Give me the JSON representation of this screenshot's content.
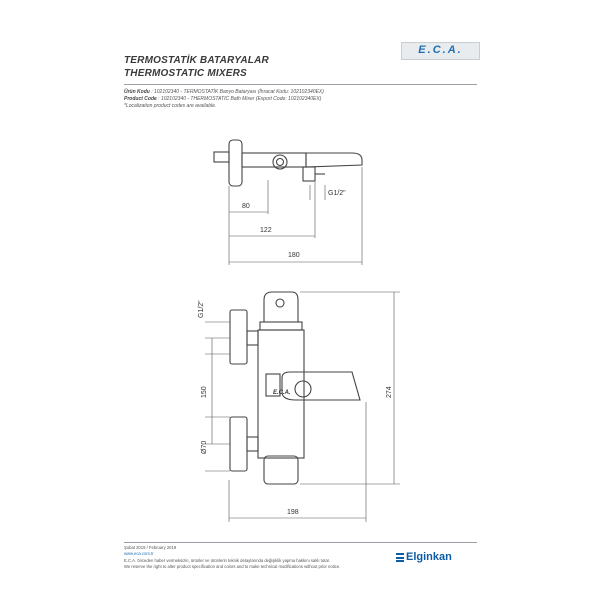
{
  "header": {
    "title_tr": "TERMOSTATİK BATARYALAR",
    "title_en": "THERMOSTATIC MIXERS",
    "logo_text": "E.C.A."
  },
  "product": {
    "code_label_tr": "Ürün Kodu",
    "code_value_tr": ": 102102340 - TERMOSTATİK Banyo Bataryası (İhracat Kodu: 102102340EX)",
    "code_label_en": "Product Code",
    "code_value_en": ": 102102340 - THERMOSTATIC Bath Mixer (Export Code: 102102340EX)",
    "note": "*Localization product codes are available."
  },
  "dimensions": {
    "top_view": {
      "d80": "80",
      "d122": "122",
      "d180": "180",
      "thread": "G1/2\""
    },
    "front_view": {
      "thread": "G1/2\"",
      "d150": "150",
      "d70": "Ø70",
      "d274": "274",
      "d198": "198"
    },
    "body_logo": "E.C.A."
  },
  "footer": {
    "date": "Şubat 2019 / February 2019",
    "website": "www.eca.com.tr",
    "note_tr": "E.C.A. önceden haber vermeksizin, ürünler ve ürünlerin teknik detaylarında değişiklik yapma hakkını saklı tutar.",
    "note_en": "We reserve the right to alter product specification and colors and to make technical modifications without prior notice.",
    "brand": "Elginkan"
  }
}
